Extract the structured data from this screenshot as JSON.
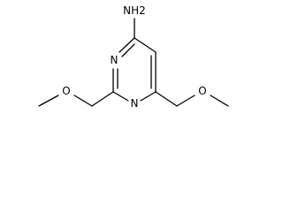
{
  "structure": {
    "atom_labels": {
      "amine": "NH2",
      "ring_n_upper": "N",
      "ring_n_lower": "N",
      "ether_o_left": "O",
      "ether_o_right": "O"
    }
  }
}
